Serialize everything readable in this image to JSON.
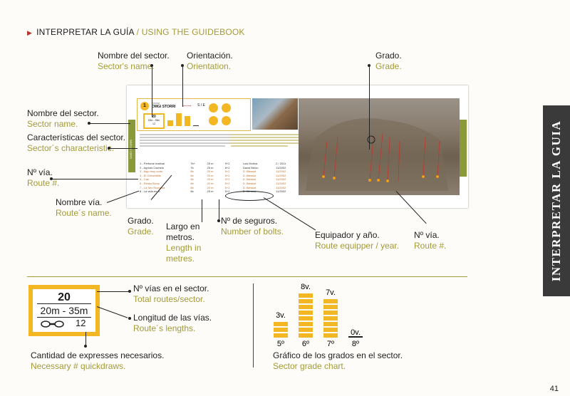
{
  "header": {
    "es": "INTERPRETAR LA GUÍA",
    "sep": " / ",
    "en": "USING THE GUIDEBOOK"
  },
  "side_tab": "INTERPRETAR LA GUIA",
  "page_number": "41",
  "labels": {
    "sector_name_top": {
      "es": "Nombre del sector.",
      "en": "Sector's name."
    },
    "orientation": {
      "es": "Orientación.",
      "en": "Orientation."
    },
    "grade_top": {
      "es": "Grado.",
      "en": "Grade."
    },
    "sector_name_left": {
      "es": "Nombre del sector.",
      "en": "Sector name."
    },
    "characteristics": {
      "es": "Características del sector.",
      "en": "Sector´s characteristic."
    },
    "route_no": {
      "es": "Nº vía.",
      "en": "Route #."
    },
    "route_name": {
      "es": "Nombre vía.",
      "en": "Route´s name."
    },
    "grade_bottom": {
      "es": "Grado.",
      "en": "Grade."
    },
    "length": {
      "es1": "Largo en",
      "es2": "metros.",
      "en1": "Length in",
      "en2": "metres."
    },
    "bolts": {
      "es": "Nº de seguros.",
      "en": "Number of bolts."
    },
    "equipper": {
      "es": "Equipador y año.",
      "en": "Route equipper / year."
    },
    "route_no_right": {
      "es": "Nº vía.",
      "en": "Route #."
    }
  },
  "legend_box": {
    "count": "20",
    "range": "20m - 35m",
    "quickdraws": "12"
  },
  "legend_labels": {
    "total_routes": {
      "es": "Nº vías en el sector.",
      "en": "Total routes/sector."
    },
    "lengths": {
      "es": "Longitud de las vías.",
      "en": "Route´s lengths."
    },
    "quickdraws": {
      "es": "Cantidad de expresses necesarios.",
      "en": "Necessary # quickdraws."
    },
    "grade_chart": {
      "es": "Gráfico de los grados en el sector.",
      "en": "Sector grade chart."
    }
  },
  "chart_data": {
    "type": "bar",
    "categories": [
      "5º",
      "6º",
      "7º",
      "8º"
    ],
    "series": [
      {
        "values": [
          3,
          8,
          7,
          0
        ]
      }
    ],
    "value_labels": [
      "3v.",
      "8v.",
      "7v.",
      "0v."
    ],
    "color": "#f3b723"
  },
  "guidebook": {
    "sector_label": "Sector",
    "sector_name": "OMGI STORRI",
    "sector_number": "1",
    "orientation": "S / E",
    "box_count": "20",
    "box_range": "20m - 35m",
    "box_draws": "12",
    "routes": [
      {
        "name": "1 - Perfume matinal",
        "grade": "7b+",
        "len": "25 m",
        "bolts": "9+2",
        "equip": "Luis Molina",
        "year": "2 / 2011"
      },
      {
        "name": "2 - Agrioto Cachelo",
        "grade": "7b",
        "len": "25 m",
        "bolts": "8+2",
        "equip": "David Beloú",
        "year": "11/2002"
      },
      {
        "name": "3 - Algo muy corto",
        "grade": "6b",
        "len": "20 m",
        "bolts": "5+2",
        "equip": "D. Biessot",
        "year": "11/2002"
      },
      {
        "name": "4 - El Chinchiblis",
        "grade": "6b",
        "len": "20 m",
        "bolts": "5+2",
        "equip": "D. Biessot",
        "year": "11/2002"
      },
      {
        "name": "5 - Cae",
        "grade": "6b",
        "len": "20 m",
        "bolts": "5+2",
        "equip": "D. Biessot",
        "year": "11/2002"
      },
      {
        "name": "6 - Fiesta Sicop",
        "grade": "6b",
        "len": "20 m",
        "bolts": "5+2",
        "equip": "D. Biessot",
        "year": "11/2002"
      },
      {
        "name": "7 - La Sex Rochana",
        "grade": "6b",
        "len": "20 m",
        "bolts": "5+2",
        "equip": "D. Biessot",
        "year": "11/2002"
      },
      {
        "name": "8 - La vida en el",
        "grade": "6b",
        "len": "25 m",
        "bolts": "5+2",
        "equip": "D. Biessot",
        "year": "11/2002"
      }
    ]
  },
  "colors": {
    "accent": "#f3b723",
    "olive": "#8a9a3a",
    "english": "#a39a36",
    "arrow": "#b8312f"
  }
}
